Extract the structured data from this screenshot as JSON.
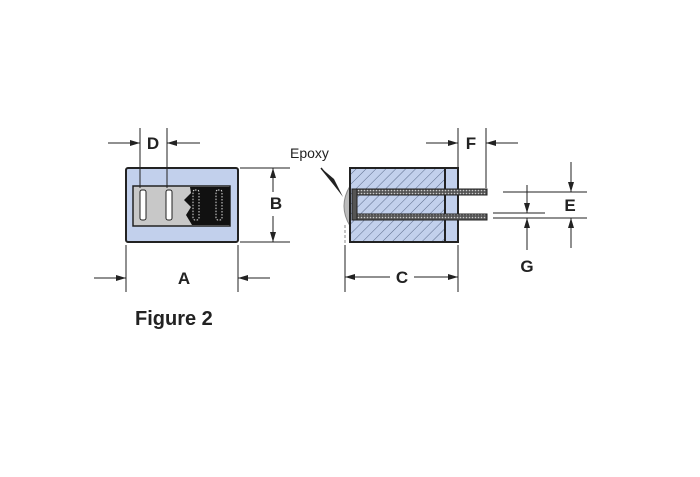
{
  "labels": {
    "A": "A",
    "B": "B",
    "C": "C",
    "D": "D",
    "E": "E",
    "F": "F",
    "G": "G"
  },
  "epoxy": "Epoxy",
  "caption": "Figure 2",
  "colors": {
    "body": "#c2d0ec",
    "line": "#222222",
    "hatch": "#5a6a8a"
  }
}
